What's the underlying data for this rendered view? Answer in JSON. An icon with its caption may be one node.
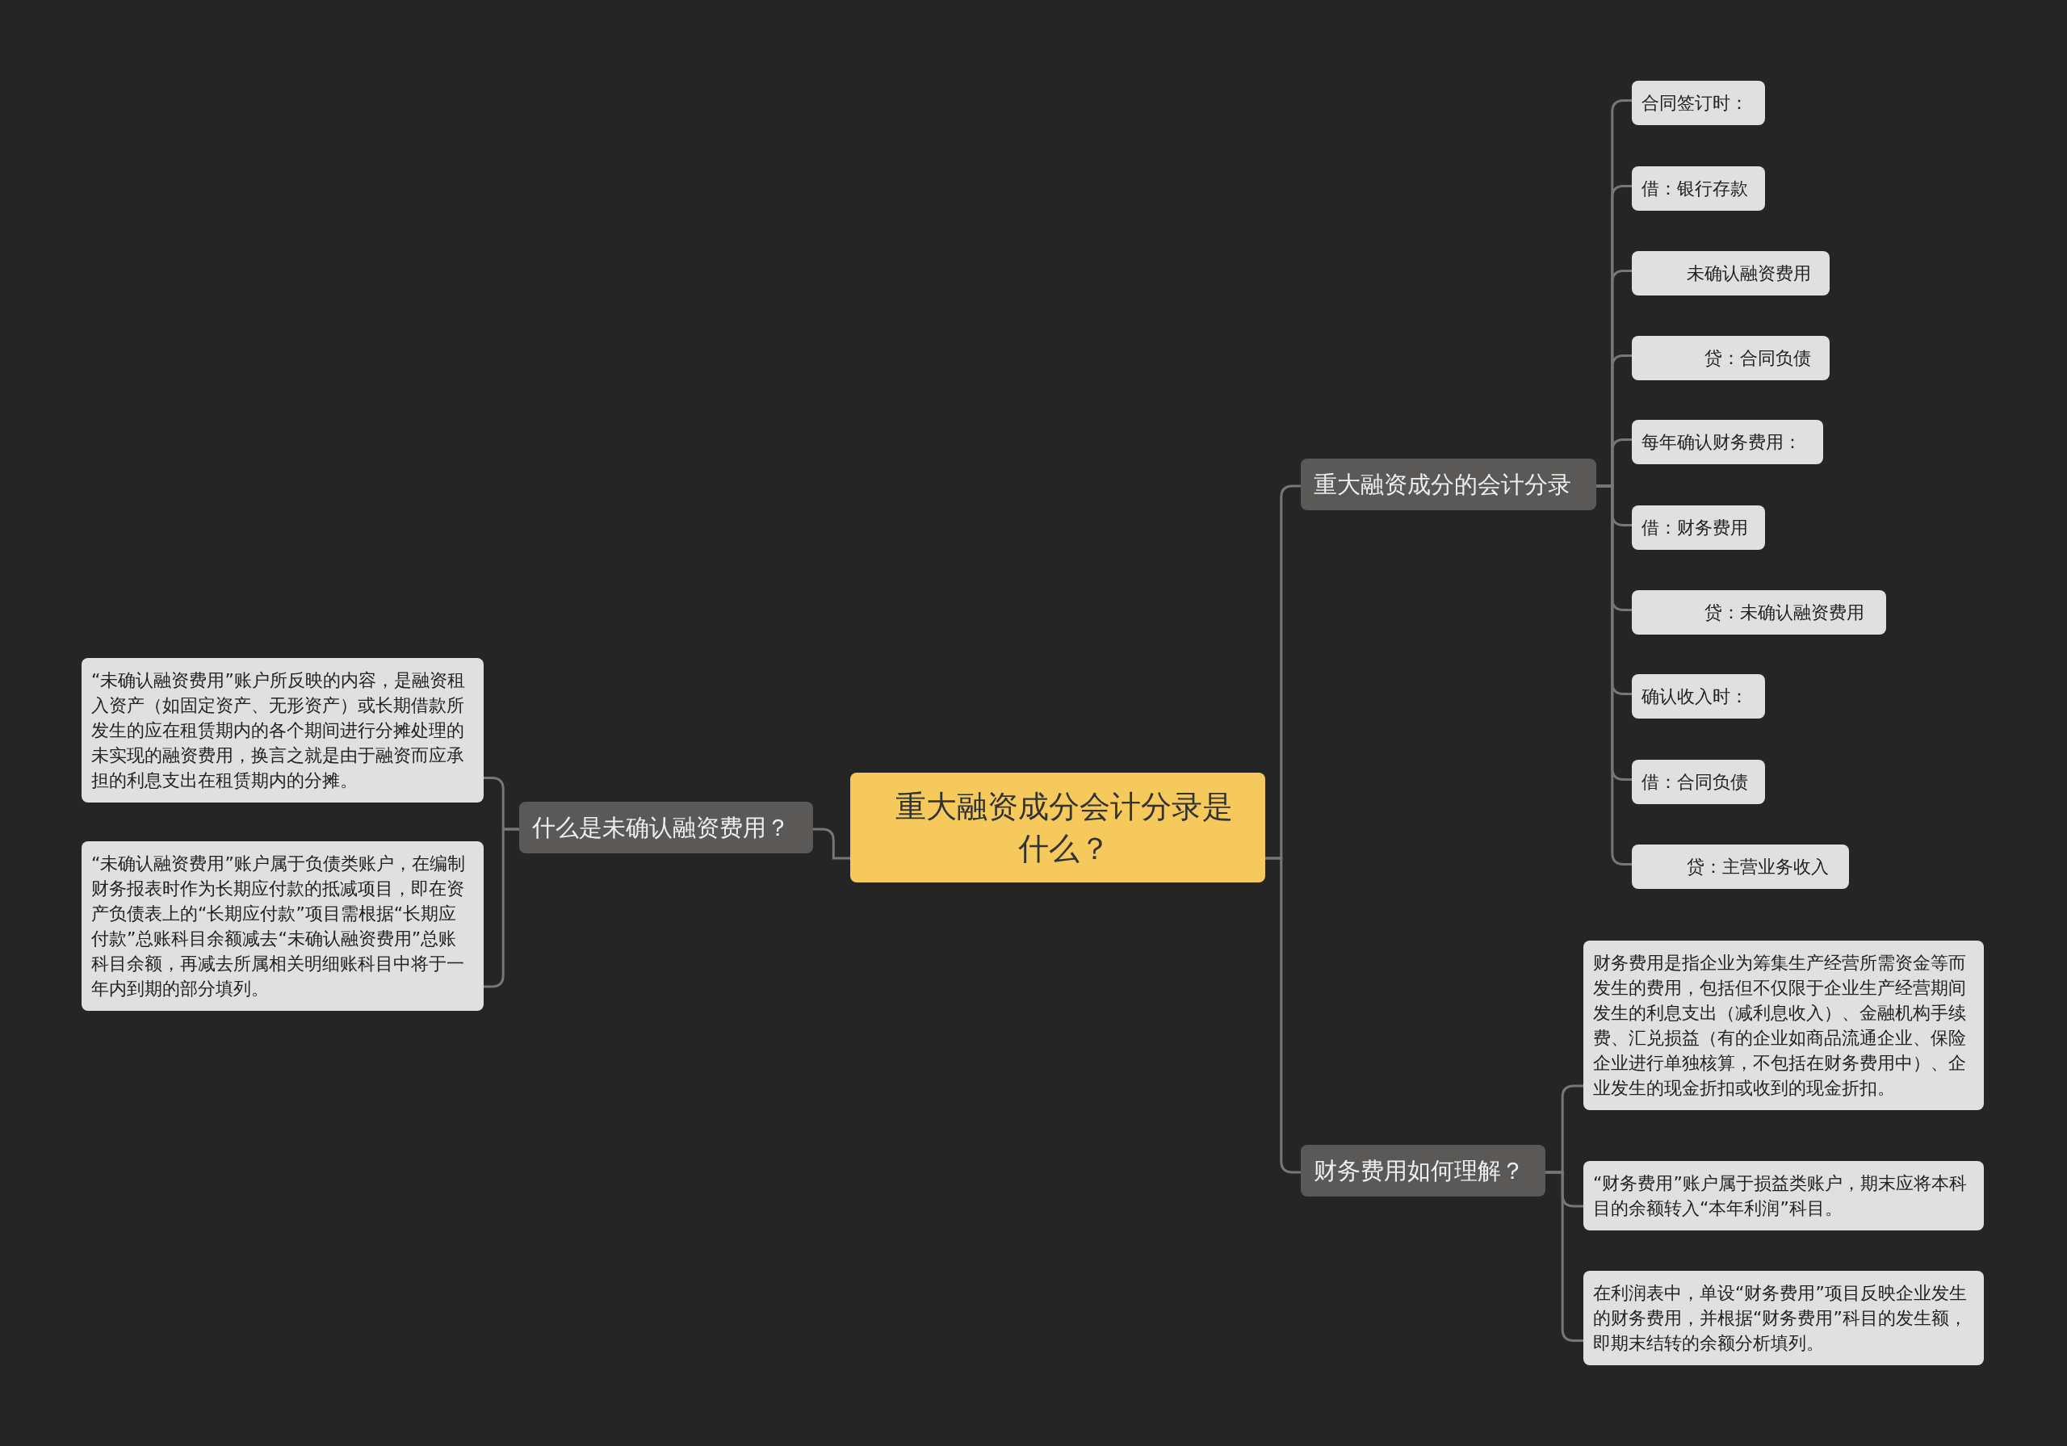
{
  "diagram": {
    "nodes": [
      {
        "text": [
          "重大融资成分会计分录是什么？"
        ]
      },
      {
        "text": [
          "重大融资成分的会计分录"
        ]
      },
      {
        "text": [
          "合同签订时："
        ]
      },
      {
        "text": [
          "借：银行存款"
        ]
      },
      {
        "text": [
          "未确认融资费用"
        ]
      },
      {
        "text": [
          "贷：合同负债"
        ]
      },
      {
        "text": [
          "每年确认财务费用："
        ]
      },
      {
        "text": [
          "借：财务费用"
        ]
      },
      {
        "text": [
          "贷：未确认融资费用"
        ]
      },
      {
        "text": [
          "确认收入时："
        ]
      },
      {
        "text": [
          "借：合同负债"
        ]
      },
      {
        "text": [
          "贷：主营业务收入"
        ]
      },
      {
        "text": [
          "财务费用如何理解？"
        ]
      },
      {
        "text": [
          "财务费用是指企业为筹集生产经营所需资金等而发生的费用，包括但不仅限于企业生产经营期间发生的利息支出（减利息收入）、金融机构手续费、汇兑损益（有的企业如商品流通企业、保险企业进行单独核算，不包括在财务费用中）、企业发生的现金折扣或收到的现金折扣。"
        ]
      },
      {
        "text": [
          "“财务费用”账户属于损益类账户，期末应将本科目的余额转入“本年利润”科目。"
        ]
      },
      {
        "text": [
          "在利润表中，单设“财务费用”项目反映企业发生的财务费用，并根据“财务费用”科目的发生额，即期末结转的余额分析填列。"
        ]
      },
      {
        "text": [
          "什么是未确认融资费用？"
        ]
      },
      {
        "text": [
          "“未确认融资费用”账户所反映的内容，是融资租入资产（如固定资产、无形资产）或长期借款所发生的应在租赁期内的各个期间进行分摊处理的未实现的融资费用，换言之就是由于融资而应承担的利息支出在租赁期内的分摊。"
        ]
      },
      {
        "text": [
          "“未确认融资费用”账户属于负债类账户，在编制财务报表时作为长期应付款的抵减项目，即在资产负债表上的“长期应付款”项目需根据“长期应付款”总账科目余额减去“未确认融资费用”总账科目余额，再减去所属相关明细账科目中将于一年内到期的部分填列。"
        ]
      }
    ],
    "edges": [
      {
        "from": 0,
        "to": 1,
        "arrow": "none"
      },
      {
        "from": 1,
        "to": 2,
        "arrow": "none"
      },
      {
        "from": 1,
        "to": 3,
        "arrow": "none"
      },
      {
        "from": 1,
        "to": 4,
        "arrow": "none"
      },
      {
        "from": 1,
        "to": 5,
        "arrow": "none"
      },
      {
        "from": 1,
        "to": 6,
        "arrow": "none"
      },
      {
        "from": 1,
        "to": 7,
        "arrow": "none"
      },
      {
        "from": 1,
        "to": 8,
        "arrow": "none"
      },
      {
        "from": 1,
        "to": 9,
        "arrow": "none"
      },
      {
        "from": 1,
        "to": 10,
        "arrow": "none"
      },
      {
        "from": 1,
        "to": 11,
        "arrow": "none"
      },
      {
        "from": 0,
        "to": 12,
        "arrow": "none"
      },
      {
        "from": 12,
        "to": 13,
        "arrow": "none"
      },
      {
        "from": 12,
        "to": 14,
        "arrow": "none"
      },
      {
        "from": 12,
        "to": 15,
        "arrow": "none"
      },
      {
        "from": 0,
        "to": 16,
        "arrow": "none"
      },
      {
        "from": 16,
        "to": 17,
        "arrow": "none"
      },
      {
        "from": 16,
        "to": 18,
        "arrow": "none"
      }
    ]
  }
}
